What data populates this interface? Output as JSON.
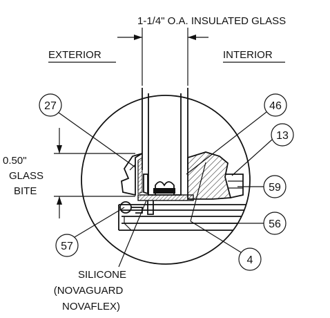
{
  "dimension_label": "1-1/4\" O.A. INSULATED GLASS",
  "side_labels": {
    "exterior": "EXTERIOR",
    "interior": "INTERIOR"
  },
  "bite": {
    "value": "0.50\"",
    "line1": "GLASS",
    "line2": "BITE"
  },
  "callouts": {
    "c27": "27",
    "c46": "46",
    "c13": "13",
    "c59": "59",
    "c56": "56",
    "c57": "57",
    "c4": "4"
  },
  "silicone": {
    "line1": "SILICONE",
    "line2": "(NOVAGUARD",
    "line3": "NOVAFLEX)"
  }
}
